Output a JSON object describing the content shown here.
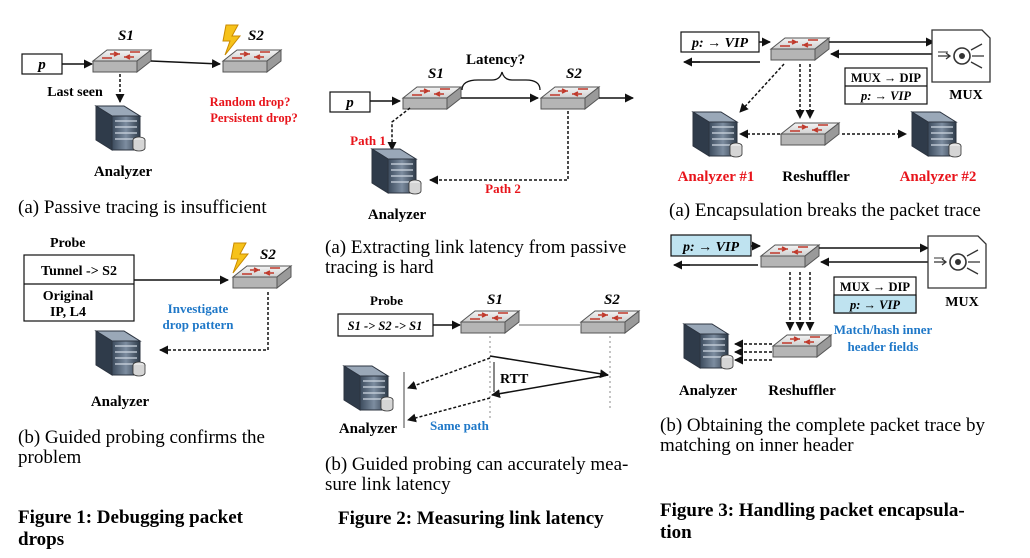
{
  "figure1": {
    "a": {
      "packet": "p",
      "s1": "S1",
      "s2": "S2",
      "last_seen": "Last seen",
      "drop_q1": "Random drop?",
      "drop_q2": "Persistent drop?",
      "analyzer": "Analyzer",
      "caption": "(a) Passive tracing is insufficient"
    },
    "b": {
      "probe": "Probe",
      "tunnel": "Tunnel -> S2",
      "original1": "Original",
      "original2": "IP, L4",
      "investigate1": "Investigate",
      "investigate2": "drop pattern",
      "s2": "S2",
      "analyzer": "Analyzer",
      "caption1": "(b)  Guided  probing  confirms  the",
      "caption2": "problem"
    },
    "title1": "Figure  1:      Debugging  packet",
    "title2": "drops"
  },
  "figure2": {
    "a": {
      "latency": "Latency?",
      "s1": "S1",
      "s2": "S2",
      "packet": "p",
      "path1": "Path 1",
      "path2": "Path 2",
      "analyzer": "Analyzer",
      "caption1": "(a) Extracting link latency from passive",
      "caption2": "tracing is hard"
    },
    "b": {
      "probe": "Probe",
      "route": "S1 -> S2 -> S1",
      "s1": "S1",
      "s2": "S2",
      "rtt": "RTT",
      "analyzer": "Analyzer",
      "same_path": "Same path",
      "caption1": "(b) Guided probing can accurately mea-",
      "caption2": "sure link latency"
    },
    "title": "Figure 2: Measuring link latency"
  },
  "figure3": {
    "a": {
      "packet": "p: → VIP",
      "mux_dip": "MUX → DIP",
      "inner": "p: → VIP",
      "mux": "MUX",
      "analyzer1": "Analyzer #1",
      "reshuffler": "Reshuffler",
      "analyzer2": "Analyzer #2",
      "caption": "(a)  Encapsulation breaks the packet trace"
    },
    "b": {
      "packet": "p: → VIP",
      "mux_dip": "MUX → DIP",
      "inner": "p: → VIP",
      "mux": "MUX",
      "match1": "Match/hash inner",
      "match2": "header fields",
      "analyzer": "Analyzer",
      "reshuffler": "Reshuffler",
      "caption1": "(b) Obtaining the complete packet trace by",
      "caption2": "matching on inner header"
    },
    "title1": "Figure  3:   Handling  packet  encapsula-",
    "title2": "tion"
  },
  "colors": {
    "red": "#e8141b",
    "blue": "#1f78c8",
    "highlight": "#bfe3f0"
  }
}
